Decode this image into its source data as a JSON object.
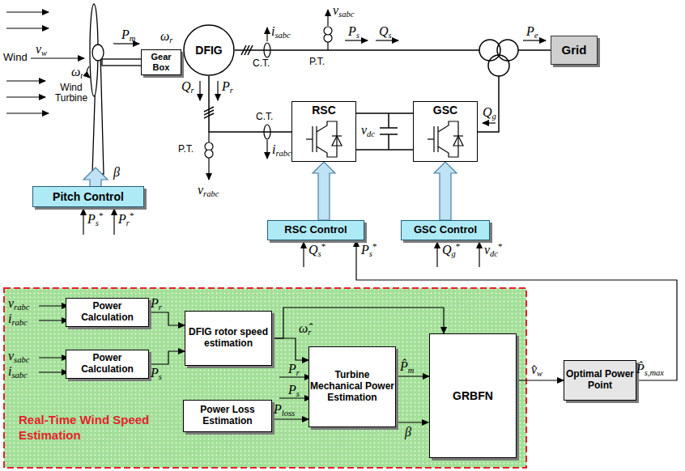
{
  "diagram": {
    "nodes": [
      {
        "text": [
          "DFIG"
        ]
      },
      {
        "text": [
          "Gear Box"
        ]
      },
      {
        "text": [
          "Grid"
        ]
      },
      {
        "text": [
          "RSC"
        ]
      },
      {
        "text": [
          "GSC"
        ]
      },
      {
        "text": [
          "Pitch Control"
        ]
      },
      {
        "text": [
          "RSC Control"
        ]
      },
      {
        "text": [
          "GSC Control"
        ]
      },
      {
        "text": [
          "Real-Time Wind Speed Estimation"
        ]
      },
      {
        "text": [
          "Power Calculation"
        ],
        "in": 8
      },
      {
        "text": [
          "Power Calculation"
        ],
        "in": 8
      },
      {
        "text": [
          "DFIG rotor speed estimation"
        ],
        "in": 8
      },
      {
        "text": [
          "Turbine Mechanical Power Estimation"
        ],
        "in": 8
      },
      {
        "text": [
          "Power Loss Estimation"
        ],
        "in": 8
      },
      {
        "text": [
          "GRBFN"
        ],
        "in": 8
      },
      {
        "text": [
          "Optimal Power Point"
        ]
      }
    ],
    "edges": [
      {
        "from": 1,
        "to": 0,
        "arrow": "none"
      },
      {
        "from": 0,
        "to": 3,
        "arrow": "none"
      },
      {
        "from": 3,
        "to": 4,
        "arrow": "none"
      },
      {
        "from": 6,
        "to": 3,
        "arrow": "to"
      },
      {
        "from": 7,
        "to": 4,
        "arrow": "to"
      },
      {
        "from": 9,
        "to": 11,
        "arrow": "to",
        "label": "Pr"
      },
      {
        "from": 10,
        "to": 11,
        "arrow": "to",
        "label": "Ps"
      },
      {
        "from": 11,
        "to": 12,
        "arrow": "to",
        "label": "ω̂r"
      },
      {
        "from": 11,
        "to": 14,
        "arrow": "to"
      },
      {
        "from": 12,
        "to": 14,
        "arrow": "to",
        "label": "P̂m"
      },
      {
        "from": 13,
        "to": 12,
        "arrow": "to",
        "label": "Ploss"
      },
      {
        "from": 14,
        "to": 15,
        "arrow": "to",
        "label": "v̂w"
      },
      {
        "from": 15,
        "to": 6,
        "arrow": "to",
        "label": "P̂s,max"
      }
    ],
    "labels": [
      "Wind",
      "vw",
      "Pm",
      "ωt",
      "Wind Turbine",
      "ωr",
      "Qr",
      "Pr",
      "isabc",
      "C.T.",
      "vsabc",
      "P.T.",
      "Ps",
      "Qs",
      "Pe",
      "vdc",
      "Qg",
      "C.T.",
      "P.T.",
      "vrabc",
      "irabc",
      "β",
      "Ps*",
      "Pr*",
      "Qs*",
      "Ps*",
      "Qg*",
      "vdc*",
      "vrabc",
      "irabc",
      "vsabc",
      "isabc",
      "Pr",
      "Ps",
      "β"
    ]
  }
}
